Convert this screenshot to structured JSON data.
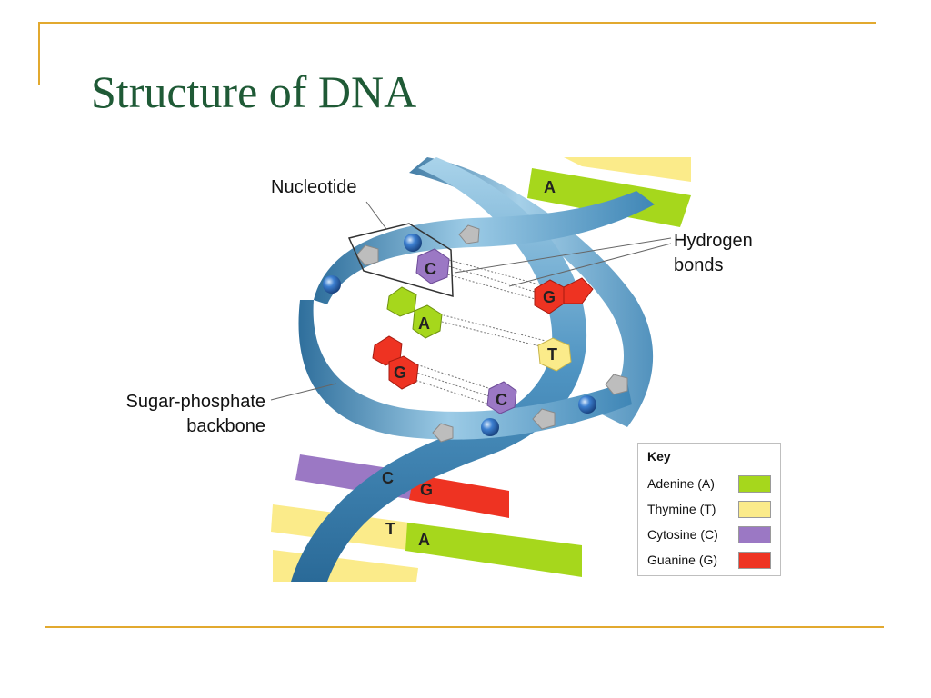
{
  "slide": {
    "title": "Structure of DNA"
  },
  "labels": {
    "nucleotide": "Nucleotide",
    "hydrogen_line1": "Hydrogen",
    "hydrogen_line2": "bonds",
    "sugar_line1": "Sugar-phosphate",
    "sugar_line2": "backbone"
  },
  "bases": {
    "A": "A",
    "T": "T",
    "C": "C",
    "G": "G"
  },
  "key": {
    "title": "Key",
    "items": [
      {
        "label": "Adenine (A)",
        "color": "#a6d71c"
      },
      {
        "label": "Thymine (T)",
        "color": "#fbeb8a"
      },
      {
        "label": "Cytosine (C)",
        "color": "#9b78c4"
      },
      {
        "label": "Guanine (G)",
        "color": "#ee3322"
      }
    ]
  },
  "colors": {
    "accent_rule": "#e2a92f",
    "title": "#1f5a36",
    "backbone": "#5ea3cc",
    "phosphate": "#2d6cb3",
    "sugar": "#bdbdbd"
  }
}
